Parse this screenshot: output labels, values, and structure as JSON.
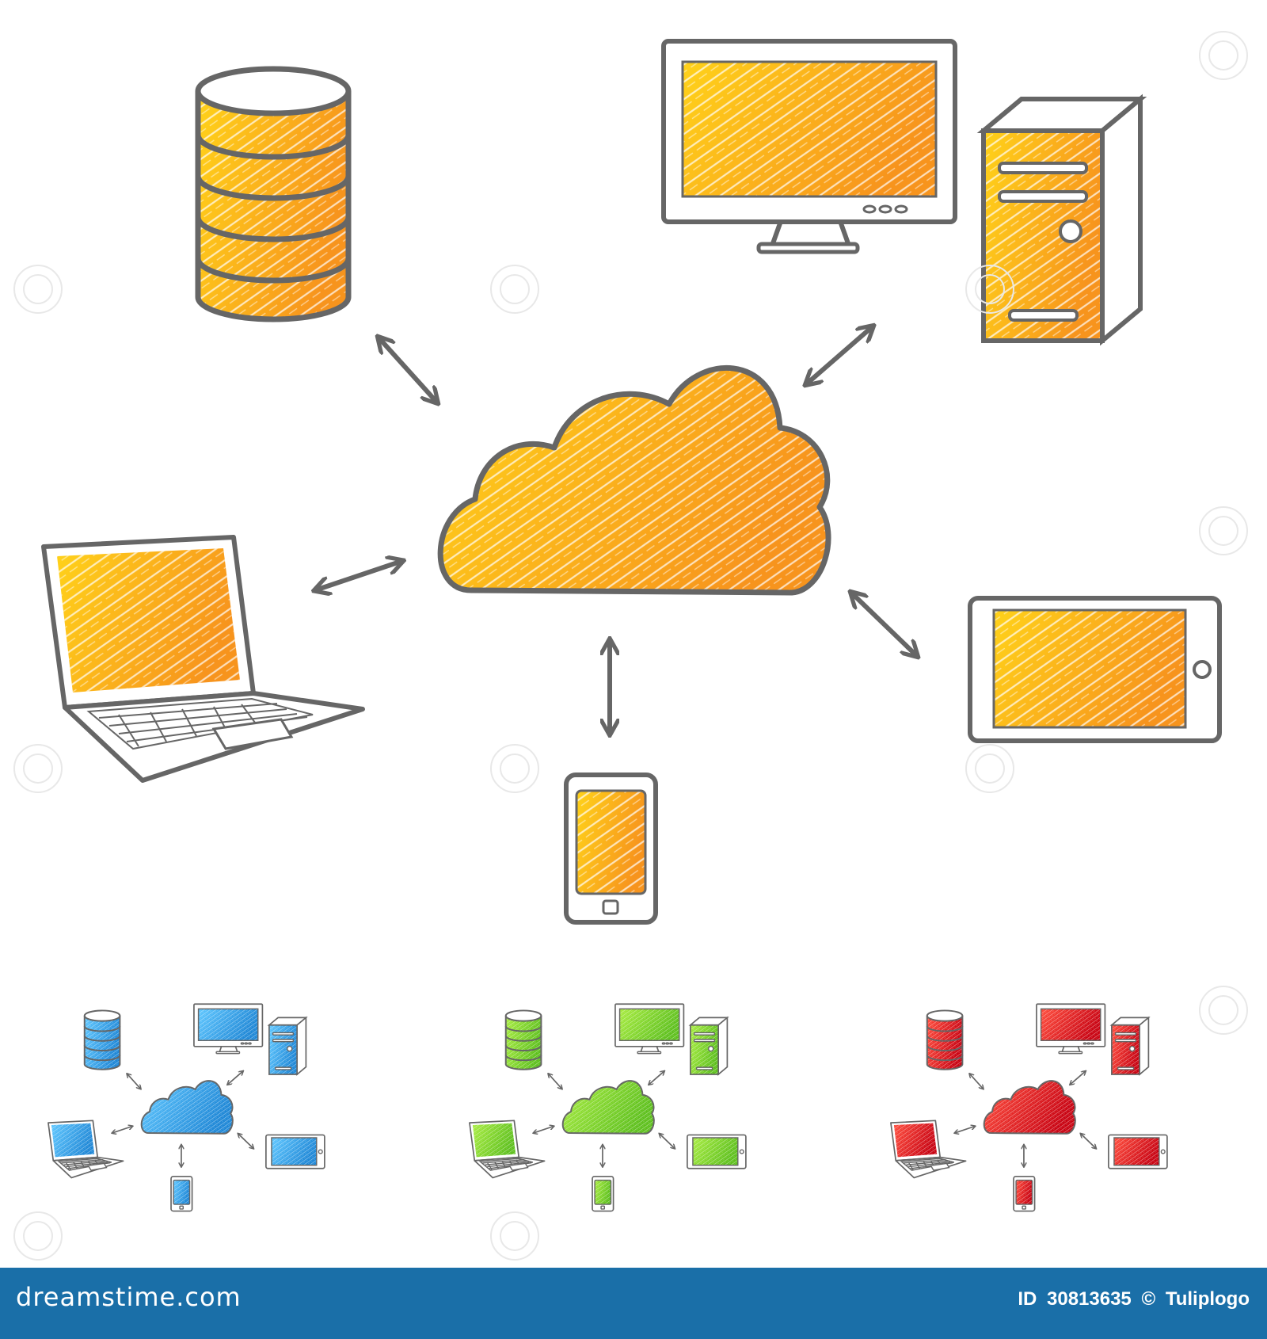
{
  "colors": {
    "outline": "#666666",
    "background": "#ffffff",
    "footer_bg": "#1a6fa8",
    "footer_text": "#ffffff",
    "main_fill_start": "#ffd21a",
    "main_fill_end": "#f7941d",
    "blue_fill": "#2aa3ea",
    "green_fill": "#7fd321",
    "red_fill": "#e01d1d"
  },
  "diagram": {
    "nodes": [
      "cloud",
      "database",
      "desktop-monitor",
      "pc-tower",
      "laptop",
      "tablet",
      "smartphone"
    ],
    "variants": [
      "orange",
      "blue",
      "green",
      "red"
    ]
  },
  "footer": {
    "site": "dreamstime.com",
    "id_label": "ID",
    "id_value": "30813635",
    "copyright": "©",
    "author": "Tuliplogo"
  }
}
